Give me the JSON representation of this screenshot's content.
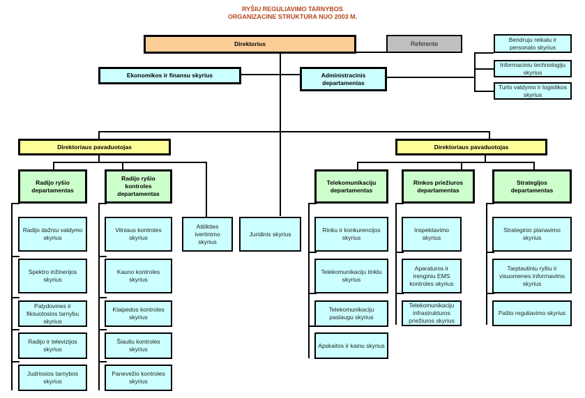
{
  "title": {
    "line1": "RYŠIU REGULIAVIMO TARNYBOS",
    "line2": "ORGANIZACINE STRUKTURA NUO 2003 M."
  },
  "colors": {
    "title": "#b5451b",
    "director": "#fdcd98",
    "referent": "#c0c0c0",
    "unit": "#ccffff",
    "deputy": "#ffff99",
    "department": "#ccffcc"
  },
  "top": {
    "director": "Direktorius",
    "referent": "Referente",
    "economics": "Ekonomikos ir finansu skyrius",
    "admin_dept": "Administracinis departamentas",
    "admin_units": [
      "Bendruju reikalu ir personalo skyrius",
      "Informaciniu technologiju skyrius",
      "Turto valdymo ir logistikos skyrius"
    ]
  },
  "left_deputy": {
    "label": "Direktoriaus pavaduotojas",
    "departments": [
      {
        "name": "Radijo ryšio departamentas",
        "units": [
          "Radijo dažniu valdymo skyrius",
          "Spektro inžinerijos skyrius",
          "Palydovines ir fiksuotosios tarnybu skyrius",
          "Radijo ir televizijos skyrius",
          "Judriosios tarnybos skyrius"
        ]
      },
      {
        "name": "Radijo ryšio kontroles departamentas",
        "units": [
          "Vilniaus kontroles skyrius",
          "Kauno kontroles skyrius",
          "Klaipedos kontroles skyrius",
          "Šiauliu kontroles skyrius",
          "Panevežio kontroles skyrius"
        ]
      }
    ],
    "direct_unit": "Atitikties ivertinimo skyrius"
  },
  "director_direct_unit": "Juridinis skyrius",
  "right_deputy": {
    "label": "Direktoriaus pavaduotojas",
    "departments": [
      {
        "name": "Telekomunikaciju departamentas",
        "units": [
          "Rinku ir konkurencijos skyrius",
          "Telekomunikaciju tinklu skyrius",
          "Telekomunikaciju paslaugu skyrius",
          "Apskaitos ir kainu skyrius"
        ]
      },
      {
        "name": "Rinkos priežiuros departamentas",
        "units": [
          "Inspektavimo skyrius",
          "Aparaturos ir irenginiu EMS kontroles skyrius",
          "Telekomunikaciju infrastrukturos priežiuros skyrius"
        ]
      },
      {
        "name": "Strategijos departamentas",
        "units": [
          "Strateginio planavimo skyrius",
          "Tarptautiniu ryšiu ir visuomenes informavimo skyrius",
          "Pašto reguliavimo skyrius"
        ]
      }
    ]
  }
}
